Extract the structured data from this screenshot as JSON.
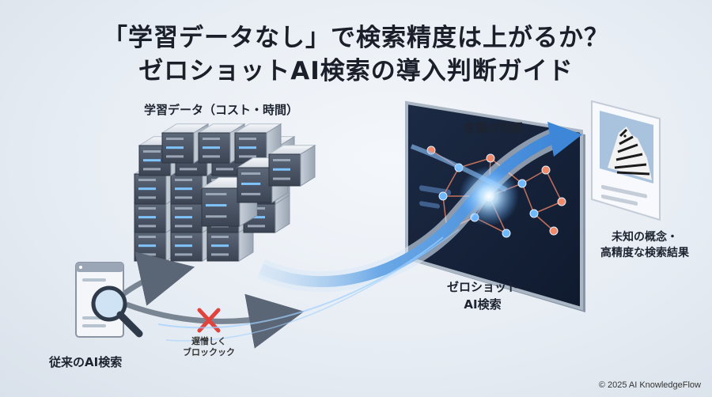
{
  "title": {
    "line1": "「学習データなし」で検索精度は上がるか？",
    "line2": "ゼロショットAI検索の導入判断ガイド"
  },
  "labels": {
    "training_data": "学習データ（コスト・時間）",
    "word_map": "言葉の地図",
    "result_line1": "未知の概念・",
    "result_line2": "高精度な検索結果",
    "zero_shot_line1": "ゼロショット",
    "zero_shot_line2": "AI検索",
    "traditional": "従来のAI検索",
    "blocked_line1": "遅憎しく",
    "blocked_line2": "ブロックック"
  },
  "copyright": "© 2025 AI KnowledgeFlow",
  "colors": {
    "accent_blue": "#4a8fd6",
    "glow_blue": "#7fc4ff",
    "block_red": "#e0443c",
    "server_dark": "#4b5566",
    "server_light": "#dde3ea"
  },
  "icons": [
    "magnifier-icon",
    "zebra-image-icon",
    "cross-icon",
    "network-graph-icon"
  ]
}
